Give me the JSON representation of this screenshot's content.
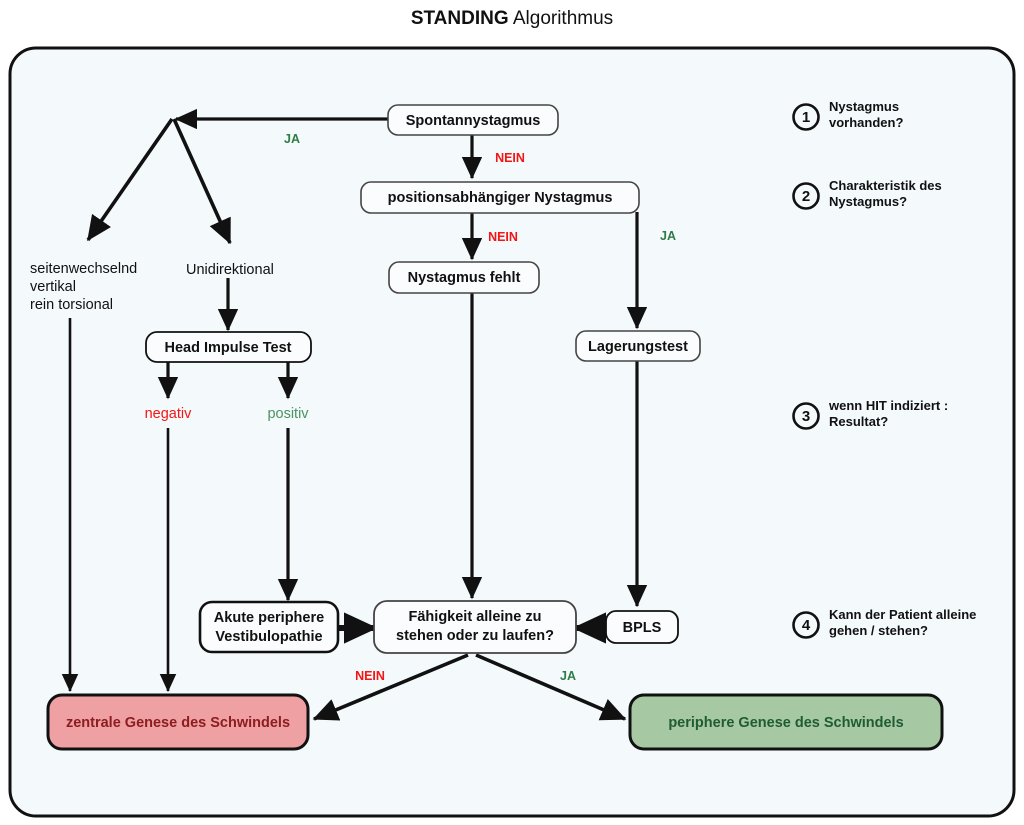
{
  "title": {
    "bold": "STANDING",
    "rest": " Algorithmus"
  },
  "colors": {
    "canvas_bg": "#f4f9fc",
    "border": "#111111",
    "node_fill": "#fbfcfd",
    "yes_green": "#2e7d46",
    "no_red": "#f41515",
    "negativ_red": "#f41515",
    "positiv_green": "#4a9460",
    "central_fill": "#efa0a3",
    "central_text": "#8c1d20",
    "peripheral_fill": "#a6c9a4",
    "peripheral_text": "#1f5c33"
  },
  "nodes": {
    "spontannystagmus": "Spontannystagmus",
    "positionsabhaengiger": "positionsabhängiger Nystagmus",
    "nystagmus_fehlt": "Nystagmus fehlt",
    "lagerungstest": "Lagerungstest",
    "head_impulse_test": "Head Impulse Test",
    "akute_periphere_1": "Akute periphere",
    "akute_periphere_2": "Vestibulopathie",
    "faehigkeit_1": "Fähigkeit alleine zu",
    "faehigkeit_2": "stehen oder zu laufen?",
    "bpls": "BPLS",
    "zentrale": "zentrale Genese des Schwindels",
    "periphere": "periphere Genese des Schwindels"
  },
  "free_text": {
    "unidirektional": "Unidirektional",
    "seitenwechselnd": "seitenwechselnd",
    "vertikal": "vertikal",
    "rein_torsional": "rein torsional"
  },
  "edge_labels": {
    "ja_spontan": "JA",
    "nein_spontan": "NEIN",
    "nein_position": "NEIN",
    "ja_position": "JA",
    "negativ": "negativ",
    "positiv": "positiv",
    "nein_faehigkeit": "NEIN",
    "ja_faehigkeit": "JA"
  },
  "legend": [
    {
      "num": "1",
      "line1": "Nystagmus",
      "line2": "vorhanden?"
    },
    {
      "num": "2",
      "line1": "Charakteristik des",
      "line2": "Nystagmus?"
    },
    {
      "num": "3",
      "line1": "wenn HIT indiziert :",
      "line2": "Resultat?"
    },
    {
      "num": "4",
      "line1": "Kann der Patient alleine",
      "line2": "gehen / stehen?"
    }
  ]
}
